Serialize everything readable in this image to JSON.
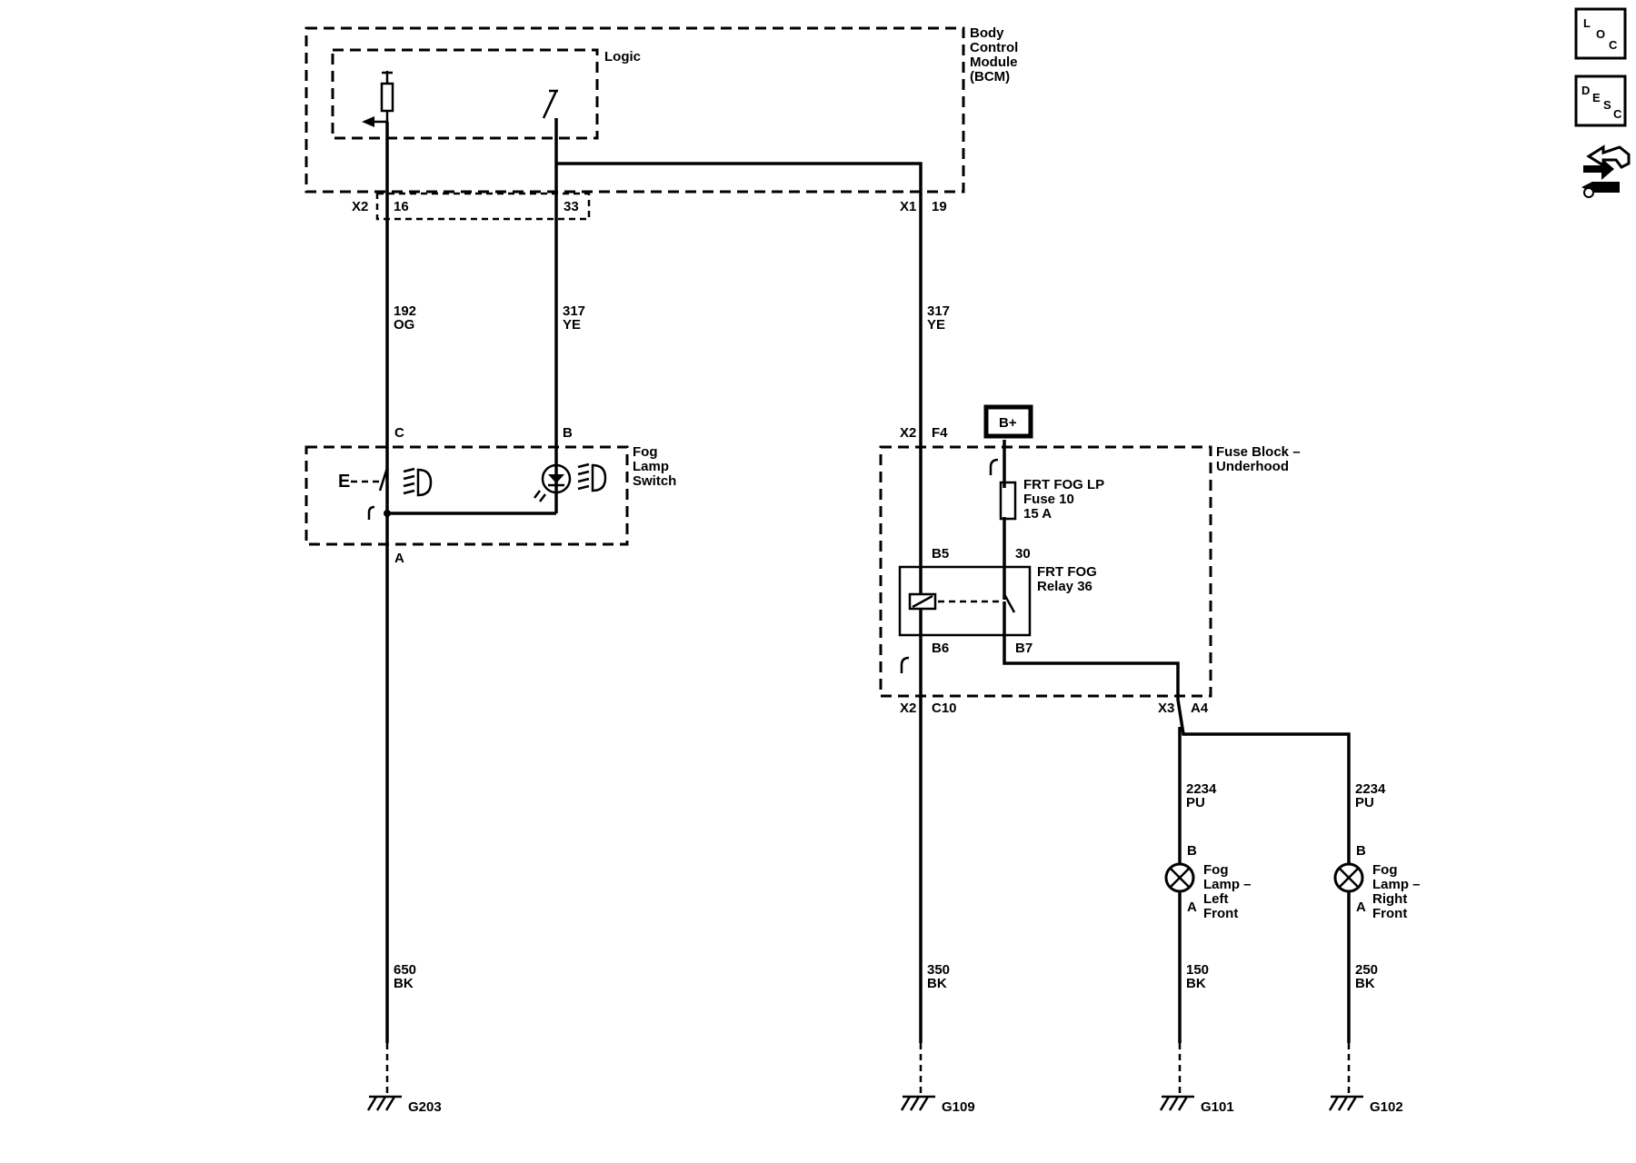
{
  "modules": {
    "bcm": {
      "lines": [
        "Body",
        "Control",
        "Module",
        "(BCM)"
      ],
      "logic_label": "Logic"
    },
    "fog_switch": {
      "lines": [
        "Fog",
        "Lamp",
        "Switch"
      ]
    },
    "fuse_block": {
      "lines": [
        "Fuse Block –",
        "Underhood"
      ]
    },
    "relay": {
      "lines": [
        "FRT FOG",
        "Relay 36"
      ]
    },
    "fuse": {
      "lines": [
        "FRT FOG LP",
        "Fuse 10",
        "15 A"
      ]
    },
    "battery": {
      "label": "B+"
    }
  },
  "connectors": {
    "bcm_x2": "X2",
    "bcm_x2_pin16": "16",
    "bcm_x2_pin33": "33",
    "bcm_x1": "X1",
    "bcm_x1_pin19": "19",
    "switch_pin_c": "C",
    "switch_pin_b": "B",
    "switch_pin_a": "A",
    "fb_x2_top": "X2",
    "fb_x2_f4": "F4",
    "relay_b5": "B5",
    "relay_30": "30",
    "relay_b6": "B6",
    "relay_b7": "B7",
    "fb_x2_bottom": "X2",
    "fb_x2_c10": "C10",
    "fb_x3": "X3",
    "fb_x3_a4": "A4",
    "lamp_left_b": "B",
    "lamp_left_a": "A",
    "lamp_right_b": "B",
    "lamp_right_a": "A",
    "switch_e": "E"
  },
  "wires": {
    "w192": {
      "circuit": "192",
      "color": "OG"
    },
    "w317a": {
      "circuit": "317",
      "color": "YE"
    },
    "w317b": {
      "circuit": "317",
      "color": "YE"
    },
    "w650": {
      "circuit": "650",
      "color": "BK"
    },
    "w350": {
      "circuit": "350",
      "color": "BK"
    },
    "w2234l": {
      "circuit": "2234",
      "color": "PU"
    },
    "w2234r": {
      "circuit": "2234",
      "color": "PU"
    },
    "w150": {
      "circuit": "150",
      "color": "BK"
    },
    "w250": {
      "circuit": "250",
      "color": "BK"
    }
  },
  "lamps": {
    "left": {
      "lines": [
        "Fog",
        "Lamp –",
        "Left",
        "Front"
      ]
    },
    "right": {
      "lines": [
        "Fog",
        "Lamp –",
        "Right",
        "Front"
      ]
    }
  },
  "grounds": {
    "g203": "G203",
    "g109": "G109",
    "g101": "G101",
    "g102": "G102"
  },
  "side_icons": {
    "loc": {
      "chars": [
        "L",
        "O",
        "C"
      ],
      "icon": "location-icon"
    },
    "desc": {
      "chars": [
        "D",
        "E",
        "S",
        "C"
      ],
      "icon": "description-icon"
    },
    "connector_icon": "connector-hand-icon"
  }
}
